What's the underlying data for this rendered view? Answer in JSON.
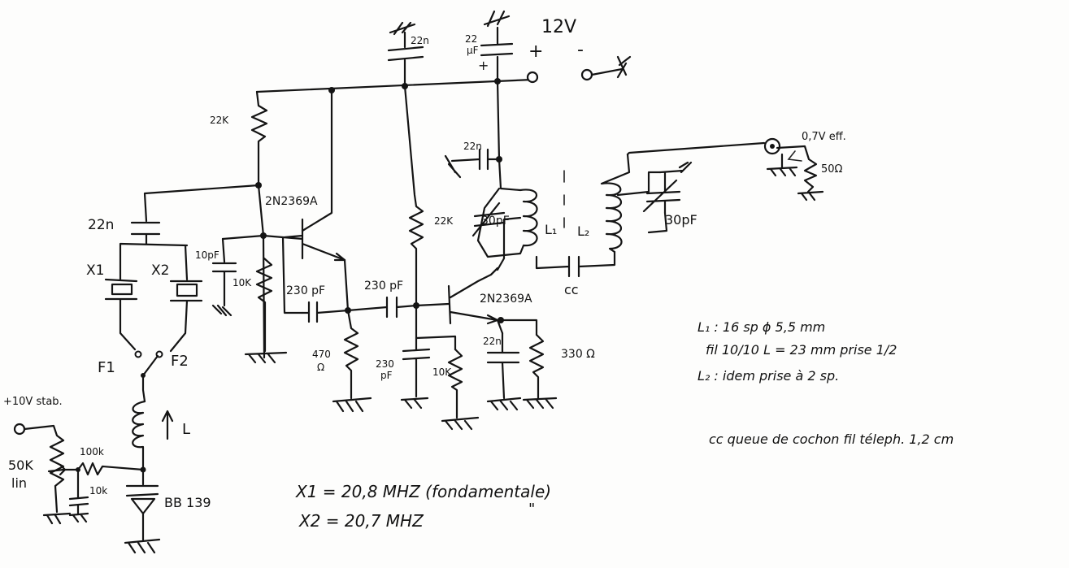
{
  "supply": {
    "voltage": "12V",
    "plus": "+",
    "minus": "-",
    "cap_plus": "+"
  },
  "components": {
    "c_22n_top": "22n",
    "c_22uf": "22",
    "c_22uf_unit": "µF",
    "r_22k_left": "22K",
    "r_22k_mid": "22K",
    "q1": "2N2369A",
    "q2": "2N2369A",
    "c_22n_left": "22n",
    "c_10pf": "10pF",
    "r_10k_q1": "10K",
    "c_230pf_a": "230 pF",
    "c_230pf_b": "230 pF",
    "r_470": "470",
    "r_470_unit": "Ω",
    "c_230pf_emit": "230",
    "c_230pf_emit_unit": "pF",
    "r_10k_q2": "10K",
    "c_22n_q2": "22n",
    "r_330": "330 Ω",
    "c_22n_coil": "22n",
    "c_30pf_l1": "30pF",
    "l1": "L₁",
    "l2": "L₂",
    "c_30pf_l2": "30pF",
    "cc": "cc",
    "out_level": "0,7V eff.",
    "r_50": "50Ω",
    "x1": "X1",
    "x2": "X2",
    "f1": "F1",
    "f2": "F2",
    "inductor_l": "L",
    "stab": "+10V stab.",
    "pot": "50K",
    "pot_lin": "lin",
    "r_100k": "100k",
    "r_10k_var": "10k",
    "varicap": "BB 139"
  },
  "notes": {
    "l1_line1": "L₁ : 16 sp ϕ 5,5 mm",
    "l1_line2": "fil 10/10  L = 23 mm  prise 1/2",
    "l2_line": "L₂ : idem  prise à 2 sp.",
    "cc_line": "cc  queue de cochon fil téleph. 1,2 cm",
    "x1_line": "X1 = 20,8 MHZ (fondamentale)",
    "x2_line": "X2 = 20,7 MHZ",
    "ditto": "\""
  }
}
